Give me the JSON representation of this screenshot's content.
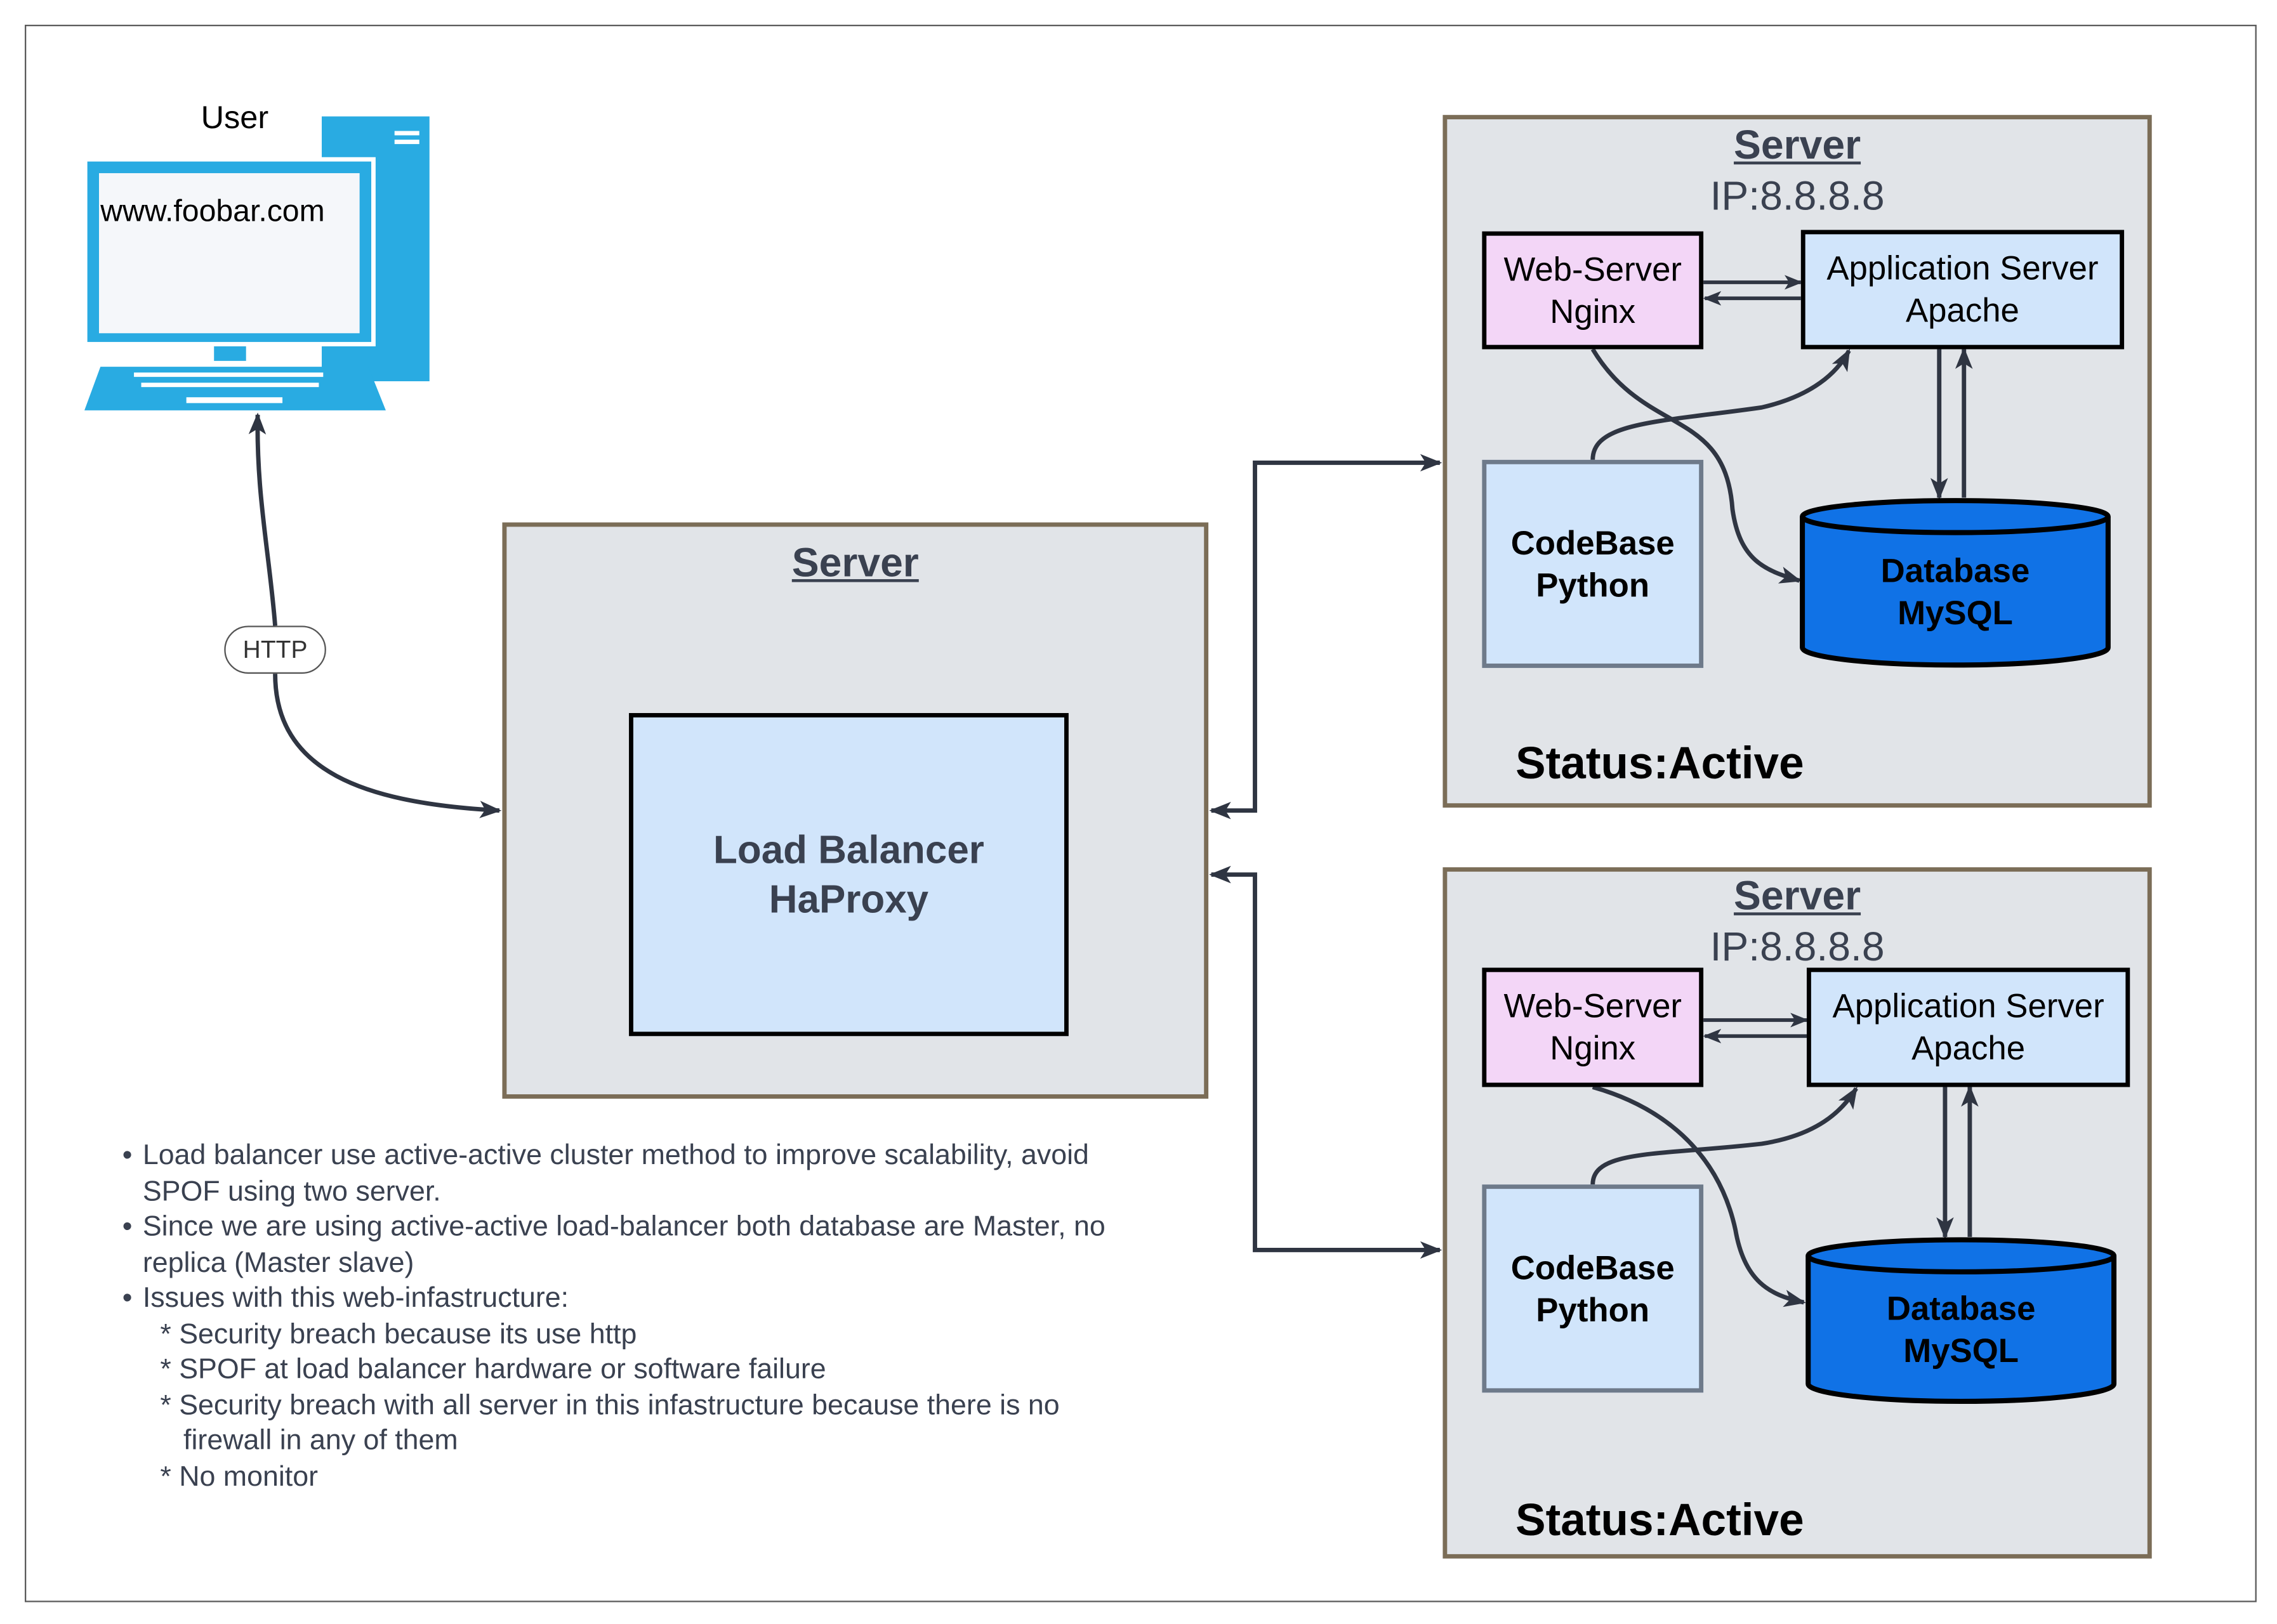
{
  "user": {
    "label": "User",
    "url": "www.foobar.com",
    "icon": "desktop-computer-icon"
  },
  "connection": {
    "protocol": "HTTP"
  },
  "load_balancer_server": {
    "title": "Server",
    "load_balancer": {
      "line1": "Load Balancer",
      "line2": "HaProxy"
    }
  },
  "servers": [
    {
      "title": "Server",
      "ip": "IP:8.8.8.8",
      "web_server": {
        "line1": "Web-Server",
        "line2": "Nginx"
      },
      "app_server": {
        "line1": "Application Server",
        "line2": "Apache"
      },
      "codebase": {
        "line1": "CodeBase",
        "line2": "Python"
      },
      "database": {
        "line1": "Database",
        "line2": "MySQL"
      },
      "status": "Status:Active"
    },
    {
      "title": "Server",
      "ip": "IP:8.8.8.8",
      "web_server": {
        "line1": "Web-Server",
        "line2": "Nginx"
      },
      "app_server": {
        "line1": "Application Server",
        "line2": "Apache"
      },
      "codebase": {
        "line1": "CodeBase",
        "line2": "Python"
      },
      "database": {
        "line1": "Database",
        "line2": "MySQL"
      },
      "status": "Status:Active"
    }
  ],
  "notes": {
    "bullets": [
      {
        "line1": "Load balancer use active-active cluster method to improve scalability, avoid",
        "line2": "SPOF using two server."
      },
      {
        "line1": "Since we are using active-active load-balancer both database are Master, no",
        "line2": "replica (Master slave)"
      },
      {
        "line1": "Issues with this web-infastructure:"
      }
    ],
    "issues": [
      {
        "line1": "* Security breach because its use http"
      },
      {
        "line1": "* SPOF at load balancer hardware or software failure"
      },
      {
        "line1": "* Security breach with all server in this infastructure because there is no",
        "line2": "firewall in any of them"
      },
      {
        "line1": "* No monitor"
      }
    ]
  },
  "colors": {
    "server_bg": "#e1e4e8",
    "server_border": "#7b6d57",
    "light_blue": "#d1e5fb",
    "nginx_pink": "#f3d6f7",
    "database_blue": "#1072e6",
    "computer_blue": "#29abe2",
    "connector": "#2f3542"
  }
}
